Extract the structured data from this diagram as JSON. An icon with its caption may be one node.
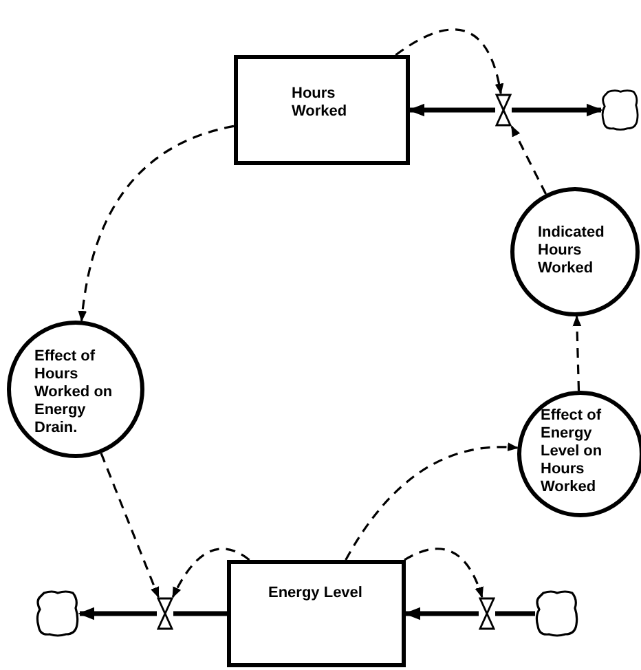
{
  "diagram": {
    "nodes": [
      {
        "text": [
          "Hours Worked"
        ]
      },
      {
        "text": [],
        "shape": "valve"
      },
      {
        "text": [],
        "shape": "cloud"
      },
      {
        "text": [
          "Effect of Hours Worked on Energy Drain."
        ]
      },
      {
        "text": [
          "Indicated Hours Worked"
        ]
      },
      {
        "text": [
          "Effect of Energy Level on Hours Worked"
        ]
      },
      {
        "text": [
          "Energy Level"
        ]
      },
      {
        "text": [],
        "shape": "cloud"
      },
      {
        "text": [],
        "shape": "valve"
      },
      {
        "text": [],
        "shape": "valve"
      },
      {
        "text": [],
        "shape": "cloud"
      }
    ],
    "edges": [
      {
        "from": 0,
        "to": 1,
        "arrow": "to",
        "style": "dashed"
      },
      {
        "from": 4,
        "to": 1,
        "arrow": "to",
        "style": "dashed"
      },
      {
        "from": 0,
        "to": 3,
        "arrow": "to",
        "style": "dashed"
      },
      {
        "from": 3,
        "to": 8,
        "arrow": "to",
        "style": "dashed"
      },
      {
        "from": 6,
        "to": 8,
        "arrow": "to",
        "style": "dashed"
      },
      {
        "from": 6,
        "to": 5,
        "arrow": "to",
        "style": "dashed"
      },
      {
        "from": 6,
        "to": 9,
        "arrow": "to",
        "style": "dashed"
      },
      {
        "from": 5,
        "to": 4,
        "arrow": "to",
        "style": "dashed"
      },
      {
        "from": 1,
        "to": 0,
        "arrow": "to",
        "style": "thick"
      },
      {
        "from": 1,
        "to": 2,
        "arrow": "to",
        "style": "thick"
      },
      {
        "from": 6,
        "to": 8,
        "arrow": "none",
        "style": "thick"
      },
      {
        "from": 8,
        "to": 7,
        "arrow": "to",
        "style": "thick"
      },
      {
        "from": 10,
        "to": 9,
        "arrow": "none",
        "style": "thick"
      },
      {
        "from": 9,
        "to": 6,
        "arrow": "to",
        "style": "thick"
      }
    ]
  }
}
